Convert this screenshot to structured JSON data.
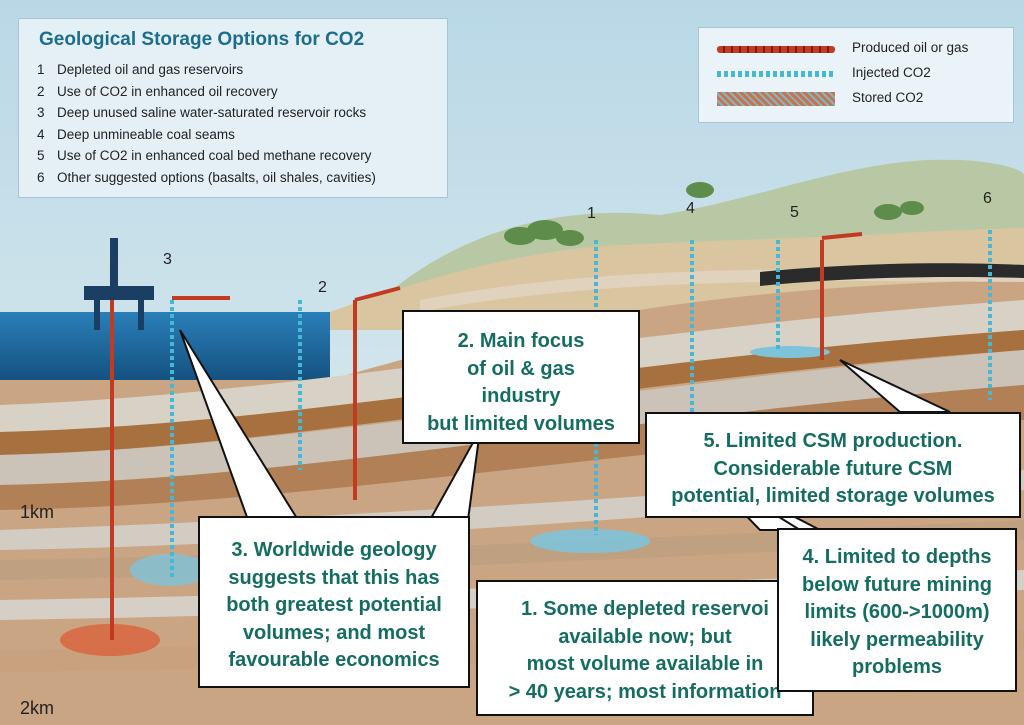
{
  "title": "Geological Storage Options for CO2",
  "options": [
    {
      "num": "1",
      "text": "Depleted oil and gas reservoirs"
    },
    {
      "num": "2",
      "text": "Use of CO2 in enhanced oil recovery"
    },
    {
      "num": "3",
      "text": "Deep unused saline water-saturated reservoir rocks"
    },
    {
      "num": "4",
      "text": "Deep unmineable coal seams"
    },
    {
      "num": "5",
      "text": "Use of CO2 in enhanced coal bed methane recovery"
    },
    {
      "num": "6",
      "text": "Other suggested options (basalts, oil shales, cavities)"
    }
  ],
  "legend": {
    "produced": "Produced oil or gas",
    "injected": "Injected CO2",
    "stored": "Stored CO2"
  },
  "site_numbers": {
    "s1": "1",
    "s2": "2",
    "s3": "3",
    "s4": "4",
    "s5": "5",
    "s6": "6"
  },
  "depth_labels": {
    "d1": "1km",
    "d2": "2km"
  },
  "callouts": {
    "c2": [
      "2. Main focus",
      "of oil & gas",
      "industry",
      "but limited volumes"
    ],
    "c3": [
      "3. Worldwide geology",
      "suggests that this has",
      "both greatest potential",
      "volumes; and most",
      "favourable economics"
    ],
    "c1": [
      "1. Some depleted reservoi",
      "available now; but",
      "most volume available in",
      "> 40 years; most information"
    ],
    "c5": [
      "5. Limited CSM production.",
      "Considerable future CSM",
      "potential, limited storage volumes"
    ],
    "c4": [
      "4. Limited to depths",
      "below future mining",
      "limits (600->1000m)",
      "likely permeability",
      "problems"
    ]
  },
  "colors": {
    "produced": "#c33a22",
    "injected": "#47b7d6",
    "callout_text": "#156d61",
    "title_text": "#1d6e8c",
    "sea": "#1c6fa8"
  }
}
